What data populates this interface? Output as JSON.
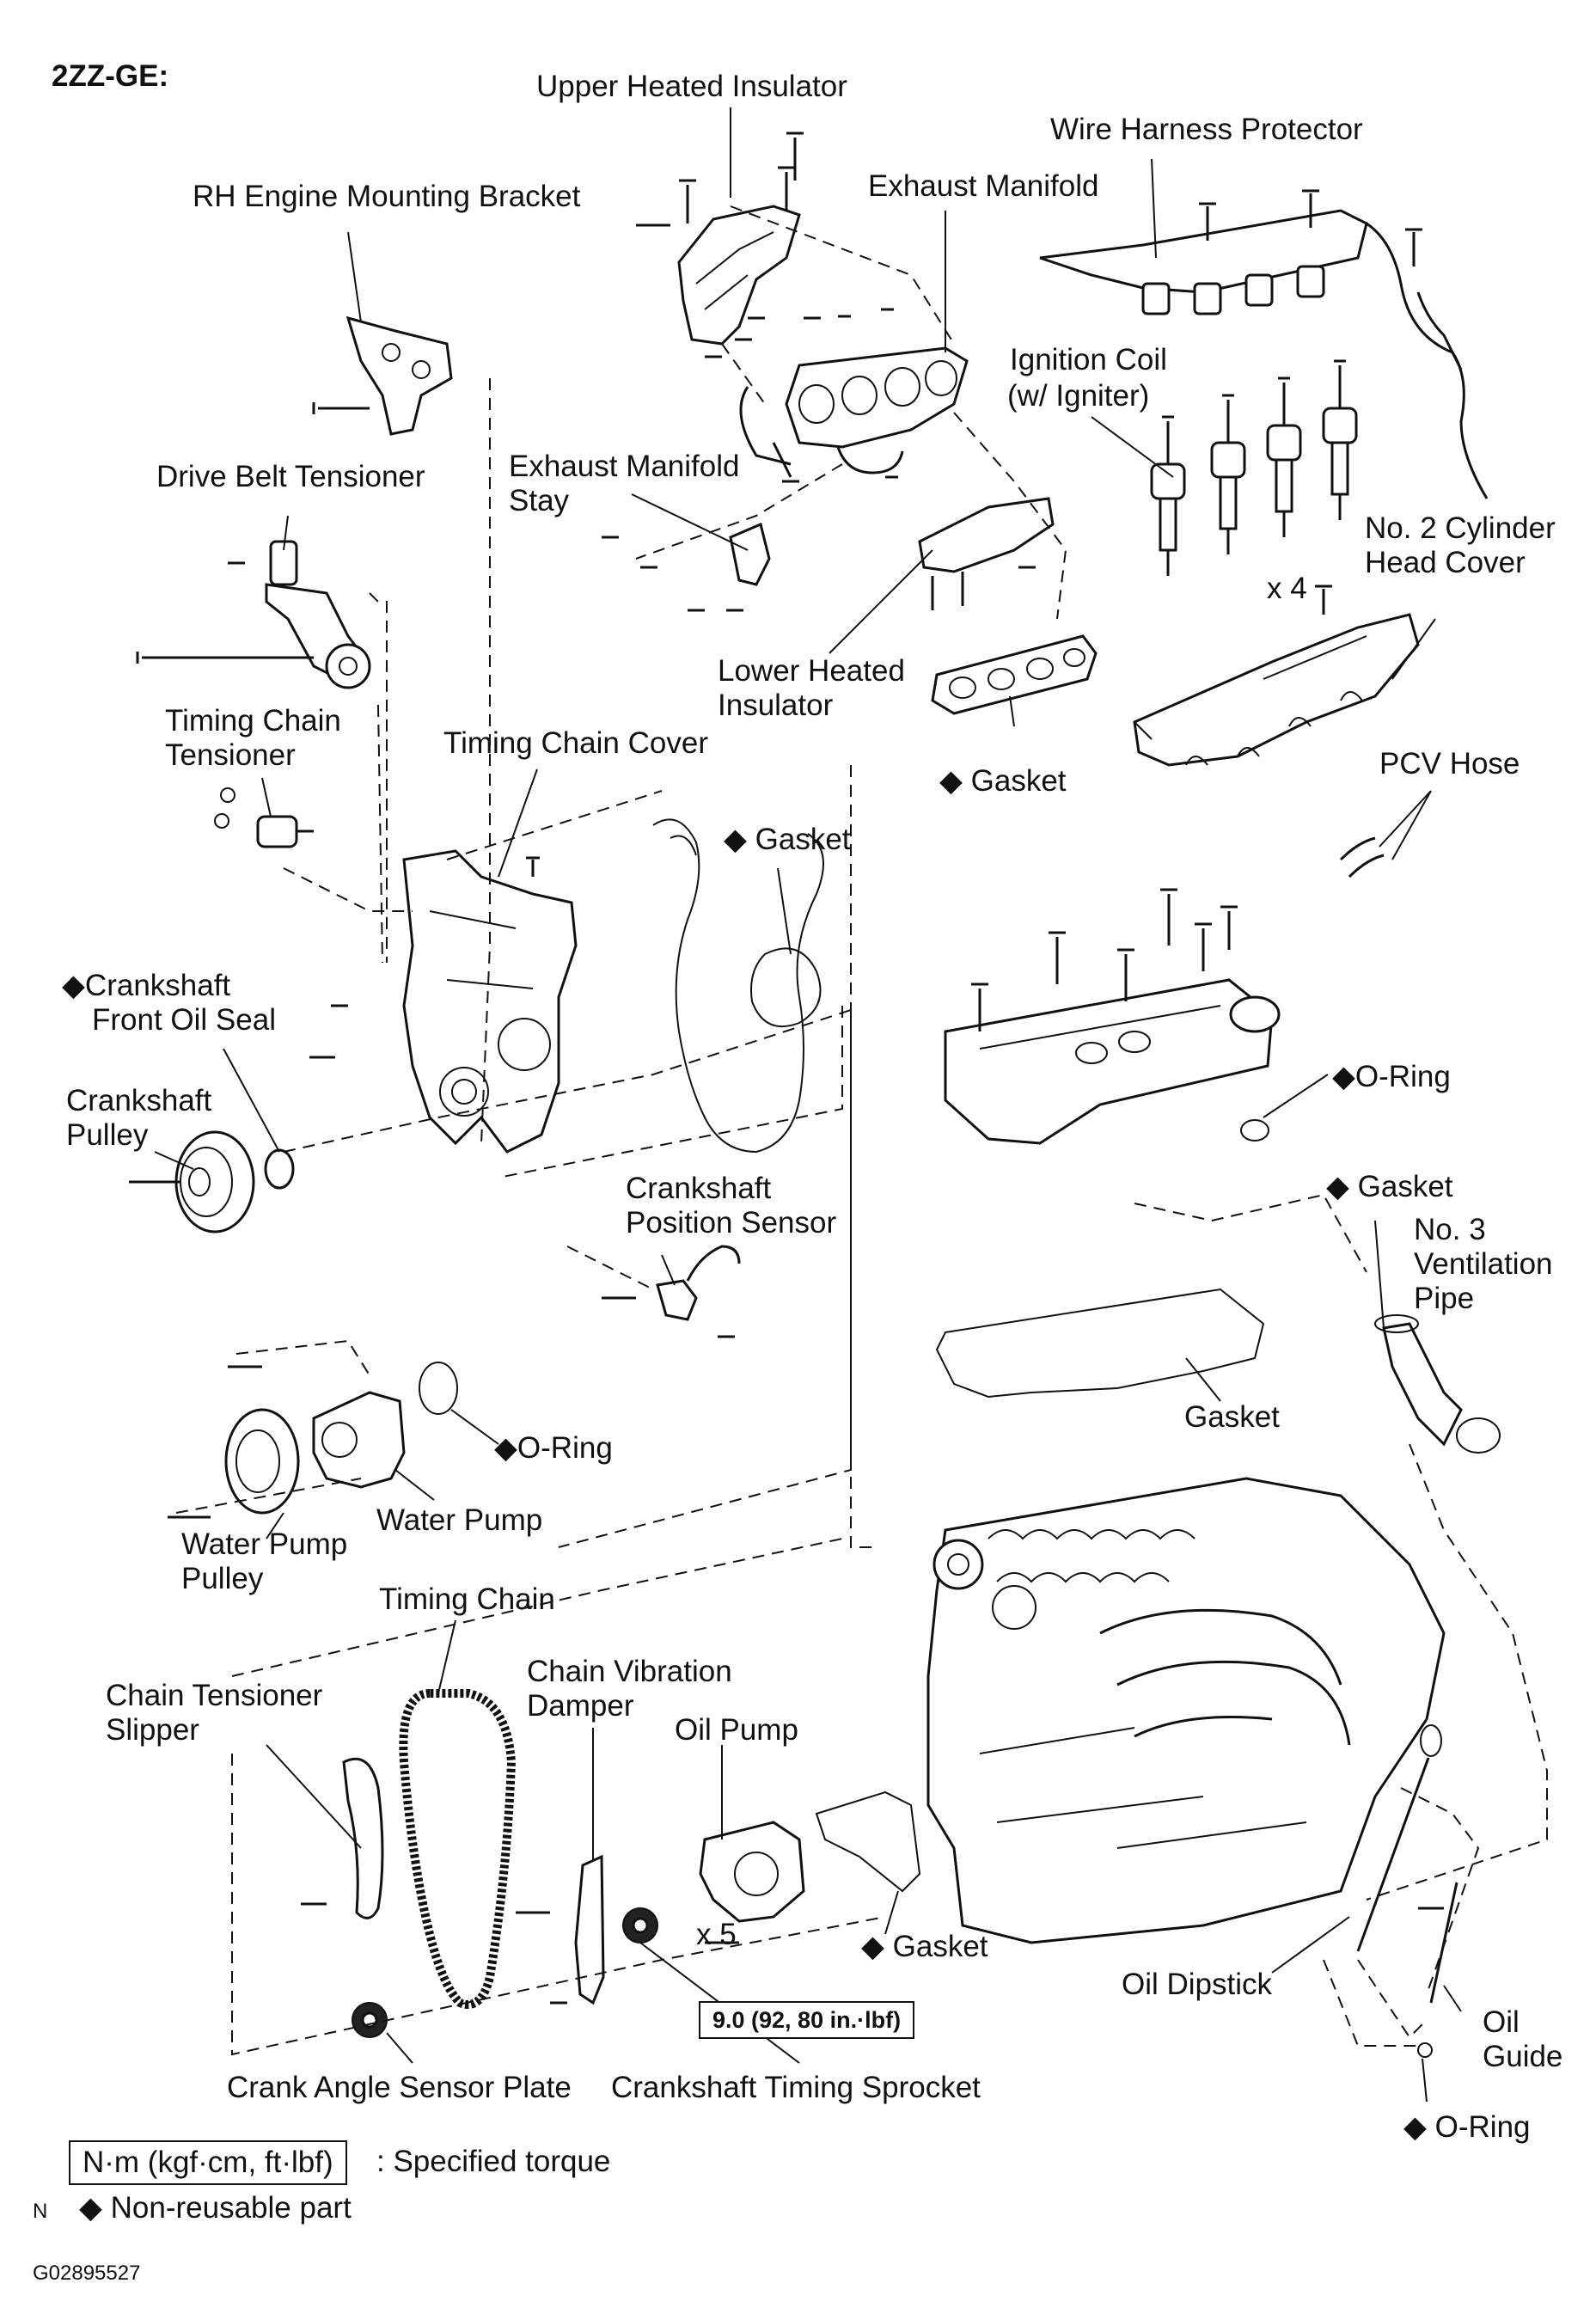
{
  "header": {
    "engine_code": "2ZZ-GE:"
  },
  "labels": {
    "upper_heated_insulator": "Upper Heated Insulator",
    "wire_harness_protector": "Wire Harness Protector",
    "rh_engine_mounting_bracket": "RH Engine Mounting Bracket",
    "exhaust_manifold": "Exhaust Manifold",
    "ignition_coil_l1": "Ignition Coil",
    "ignition_coil_l2": "(w/ Igniter)",
    "drive_belt_tensioner": "Drive Belt Tensioner",
    "exhaust_manifold_stay_l1": "Exhaust Manifold",
    "exhaust_manifold_stay_l2": "Stay",
    "no2_cylinder_head_cover_l1": "No. 2 Cylinder",
    "no2_cylinder_head_cover_l2": "Head Cover",
    "x4": "x 4",
    "lower_heated_insulator_l1": "Lower Heated",
    "lower_heated_insulator_l2": "Insulator",
    "timing_chain_tensioner_l1": "Timing Chain",
    "timing_chain_tensioner_l2": "Tensioner",
    "timing_chain_cover": "Timing Chain Cover",
    "gasket_manifold": "◆ Gasket",
    "pcv_hose": "PCV Hose",
    "gasket_cover": "◆ Gasket",
    "crankshaft_front_oil_seal_l1": "◆Crankshaft",
    "crankshaft_front_oil_seal_l2": "Front Oil Seal",
    "o_ring_head": "◆O-Ring",
    "crankshaft_pulley_l1": "Crankshaft",
    "crankshaft_pulley_l2": "Pulley",
    "crankshaft_position_sensor_l1": "Crankshaft",
    "crankshaft_position_sensor_l2": "Position Sensor",
    "gasket_vent": "◆ Gasket",
    "no3_ventilation_pipe_l1": "No. 3",
    "no3_ventilation_pipe_l2": "Ventilation",
    "no3_ventilation_pipe_l3": "Pipe",
    "o_ring_pump": "◆O-Ring",
    "gasket_head": "Gasket",
    "water_pump": "Water Pump",
    "water_pump_pulley_l1": "Water Pump",
    "water_pump_pulley_l2": "Pulley",
    "timing_chain": "Timing Chain",
    "chain_tensioner_slipper_l1": "Chain Tensioner",
    "chain_tensioner_slipper_l2": "Slipper",
    "chain_vibration_damper_l1": "Chain Vibration",
    "chain_vibration_damper_l2": "Damper",
    "oil_pump": "Oil Pump",
    "x5": "x 5",
    "gasket_oil_pump": "◆ Gasket",
    "oil_dipstick": "Oil Dipstick",
    "oil_guide_l1": "Oil",
    "oil_guide_l2": "Guide",
    "torque_value": "9.0 (92, 80 in.·lbf)",
    "crank_angle_sensor_plate": "Crank Angle Sensor Plate",
    "crankshaft_timing_sprocket": "Crankshaft Timing Sprocket",
    "o_ring_guide": "◆ O-Ring"
  },
  "legend": {
    "torque_box": "N·m (kgf·cm, ft·lbf)",
    "torque_desc": ": Specified torque",
    "nonreusable_marker": "N",
    "nonreusable_desc": "◆ Non-reusable part"
  },
  "footer": {
    "figure_id": "G02895527"
  }
}
